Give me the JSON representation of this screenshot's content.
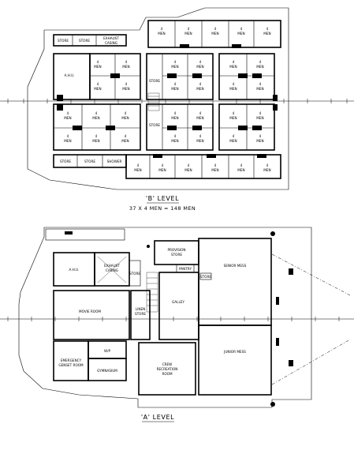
{
  "b_level": {
    "title": "'B' LEVEL",
    "capacity": "37 X 4 MEN = 148 MEN",
    "rooms": {
      "store1": "STORE",
      "store2": "STORE",
      "exhaust_line1": "EXHAUST",
      "exhaust_line2": "CASING",
      "ahu": "A.H.U.",
      "store_bottom1": "STORE",
      "store_bottom2": "STORE",
      "shower": "SHOWER",
      "store_mid": "STORE",
      "store_mid2": "STORE",
      "cabin_count": "4",
      "cabin_men": "MEN"
    }
  },
  "a_level": {
    "title": "'A' LEVEL",
    "rooms": {
      "ahu": "A.H.U.",
      "exhaust_line1": "EXHAUST",
      "exhaust_line2": "CASING",
      "store_right": "STORE",
      "provision_line1": "PROVISION",
      "provision_line2": "STORE",
      "senior_mess": "SENIOR MESS",
      "pantry": "PANTRY",
      "movie_room": "MOVIE ROOM",
      "linen_line1": "LINEN",
      "linen_line2": "STORE",
      "galley": "GALLEY",
      "wp": "W/P",
      "genset_line1": "EMERGENCY",
      "genset_line2": "GENSET ROOM",
      "gymnasium": "GYMNASIUM",
      "crew_line1": "CREW",
      "crew_line2": "RECREATION",
      "crew_line3": "ROOM",
      "junior_mess": "JUNIOR MESS",
      "store_small": "STORE"
    }
  }
}
